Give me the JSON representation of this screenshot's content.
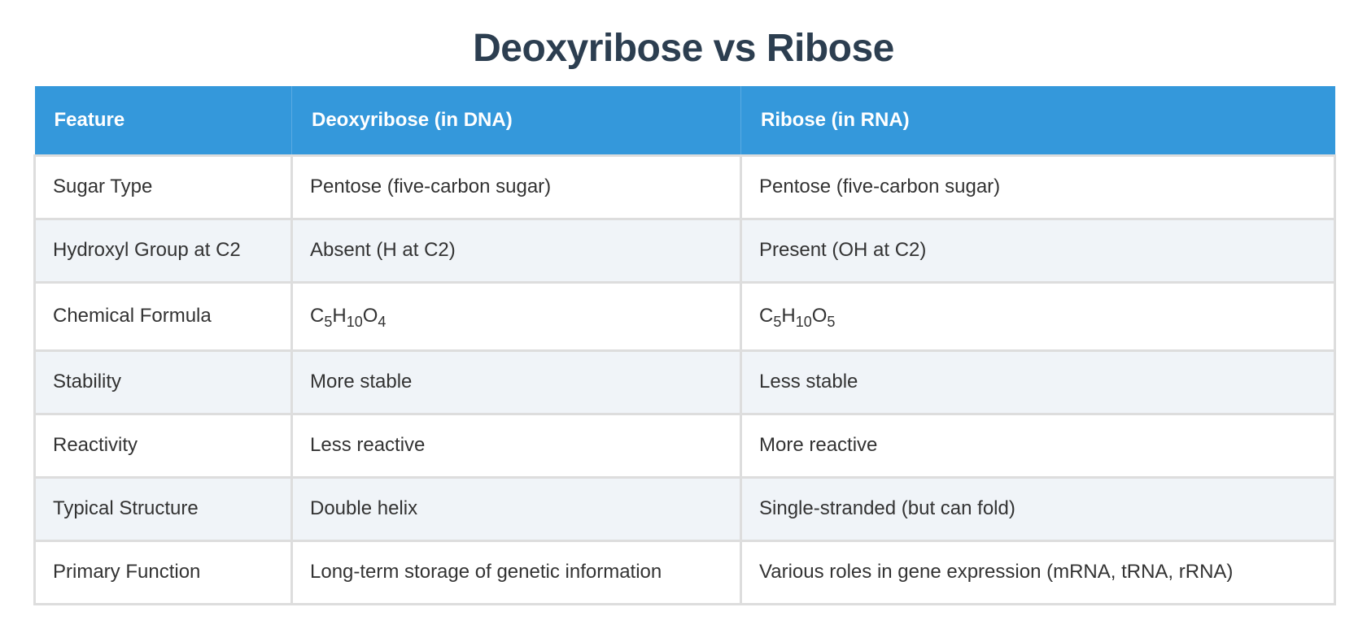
{
  "page": {
    "title": "Deoxyribose vs Ribose",
    "accent_color": "#3498db",
    "title_color": "#2c3e50",
    "stripe_color": "#f0f4f8"
  },
  "table": {
    "headers": [
      "Feature",
      "Deoxyribose (in DNA)",
      "Ribose (in RNA)"
    ],
    "rows": [
      {
        "feature": "Sugar Type",
        "deoxyribose": "Pentose (five-carbon sugar)",
        "ribose": "Pentose (five-carbon sugar)"
      },
      {
        "feature": "Hydroxyl Group at C2",
        "deoxyribose": "Absent (H at C2)",
        "ribose": "Present (OH at C2)"
      },
      {
        "feature": "Chemical Formula",
        "deoxyribose": {
          "text": "C5H10O4",
          "parts": [
            {
              "el": "C",
              "n": "5"
            },
            {
              "el": "H",
              "n": "10"
            },
            {
              "el": "O",
              "n": "4"
            }
          ]
        },
        "ribose": {
          "text": "C5H10O5",
          "parts": [
            {
              "el": "C",
              "n": "5"
            },
            {
              "el": "H",
              "n": "10"
            },
            {
              "el": "O",
              "n": "5"
            }
          ]
        }
      },
      {
        "feature": "Stability",
        "deoxyribose": "More stable",
        "ribose": "Less stable"
      },
      {
        "feature": "Reactivity",
        "deoxyribose": "Less reactive",
        "ribose": "More reactive"
      },
      {
        "feature": "Typical Structure",
        "deoxyribose": "Double helix",
        "ribose": "Single-stranded (but can fold)"
      },
      {
        "feature": "Primary Function",
        "deoxyribose": "Long-term storage of genetic information",
        "ribose": "Various roles in gene expression (mRNA, tRNA, rRNA)"
      }
    ]
  }
}
